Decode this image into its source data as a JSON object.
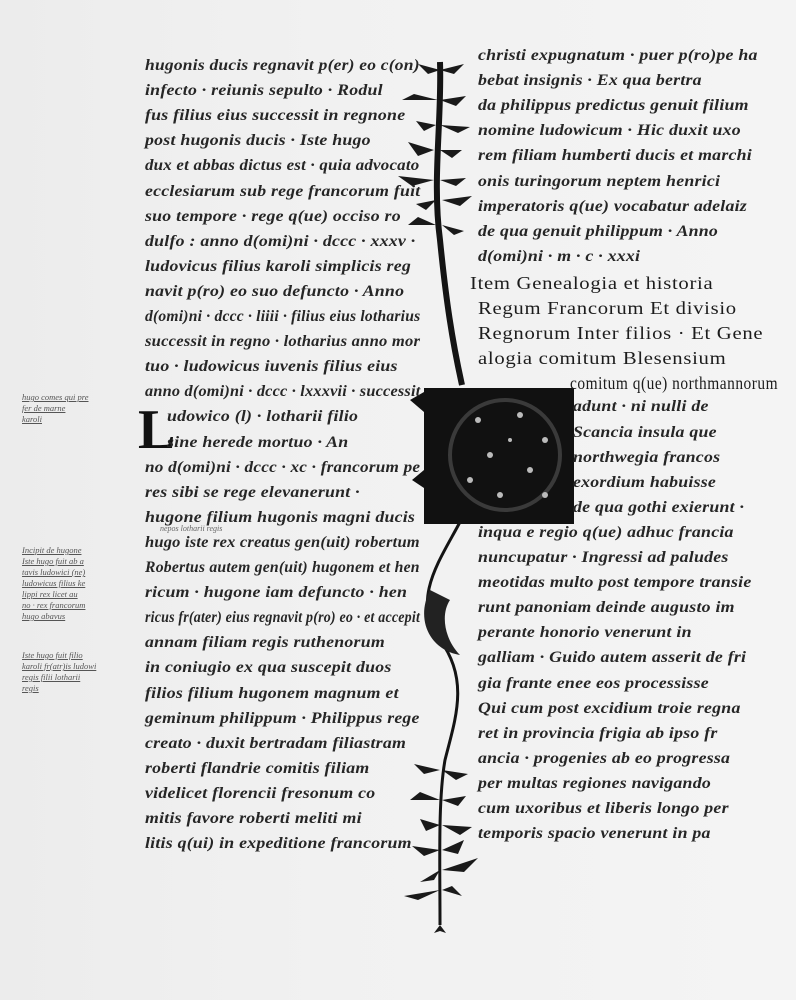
{
  "left_column": [
    "hugonis ducis regnavit p(er) eo c(on)",
    "infecto · reiunis sepulto · Rodul",
    "fus filius eius successit in regnone",
    "post hugonis ducis · Iste hugo",
    "dux et abbas dictus est · quia advocato",
    "ecclesiarum sub rege francorum fuit",
    "suo tempore · rege q(ue) occiso ro",
    "dulfo : anno d(omi)ni · dccc · xxxv ·",
    "ludovicus filius karoli simplicis reg",
    "navit p(ro) eo suo defuncto · Anno",
    "d(omi)ni · dccc · liiii · filius eius lotharius",
    "successit in regno · lotharius anno mor",
    "tuo · ludowicus iuvenis filius eius",
    "anno d(omi)ni · dccc · lxxxvii · successit",
    "udowico (l) · lotharii filio",
    "sine herede mortuo · An",
    "no d(omi)ni · dccc · xc · francorum pe",
    "res sibi se rege elevanerunt ·",
    "hugone filium hugonis magni ducis",
    "hugo iste rex creatus gen(uit) robertum",
    "Robertus autem gen(uit) hugonem et hen",
    "ricum · hugone iam defuncto · hen",
    "ricus fr(ater) eius regnavit p(ro) eo · et accepit",
    "annam filiam regis ruthenorum",
    "in coniugio ex qua suscepit duos",
    "filios filium hugonem magnum et",
    "geminum philippum · Philippus rege",
    "creato · duxit bertradam filiastram",
    "roberti flandrie comitis filiam",
    "videlicet florencii fresonum co",
    "mitis favore roberti meliti mi",
    "litis q(ui) in expeditione francorum"
  ],
  "initial_letter": "L",
  "right_column": [
    "christi expugnatum · puer p(ro)pe ha",
    "bebat insignis · Ex qua bertra",
    "da philippus predictus genuit filium",
    "nomine ludowicum · Hic duxit uxo",
    "rem filiam humberti ducis et marchi",
    "onis turingorum neptem henrici",
    "imperatoris q(ue) vocabatur adelaiz",
    "de qua genuit philippum · Anno",
    "d(omi)ni · m · c · xxxi",
    "Item Genealogia et historia",
    "Regum Francorum Et divisio",
    "Regnorum Inter filios · Et Gene",
    "alogia comitum Blesensium",
    "comitum q(ue) northmannorum",
    "adunt · ni nulli de",
    "Scancia insula que",
    "northwegia francos",
    "exordium habuisse",
    "de qua gothi exierunt ·",
    "inqua e regio q(ue) adhuc francia",
    "nuncupatur · Ingressi ad paludes",
    "meotidas multo post tempore transie",
    "runt panoniam deinde augusto im",
    "perante honorio venerunt in",
    "galliam · Guido autem asserit de fri",
    "gia frante enee eos processisse",
    "Qui cum post excidium troie regna",
    "ret in provincia frigia ab ipso fr",
    "ancia · progenies ab eo progressa",
    "per multas regiones navigando",
    "cum uxoribus et liberis longo per",
    "temporis spacio venerunt in pa"
  ],
  "interlinear_note": "nepos lotharii regis",
  "margin_notes": [
    [
      "hugo comes qui pre",
      "fer de marne",
      "karoli"
    ],
    [
      "Incipit de hugone",
      "Iste hugo fuit ab a",
      "tavis ludowici (ne)",
      "ludowicus filius ke",
      "lippi rex licet au",
      "no · rex francorum",
      "hugo abavus"
    ],
    [
      "Iste hugo fuit filio",
      "karoli fr(atr)is ludowi",
      "regis filii lotharii",
      "regis"
    ]
  ],
  "colors": {
    "ink": "#262626",
    "illumination": "#111111",
    "parchment": "#efefef"
  }
}
